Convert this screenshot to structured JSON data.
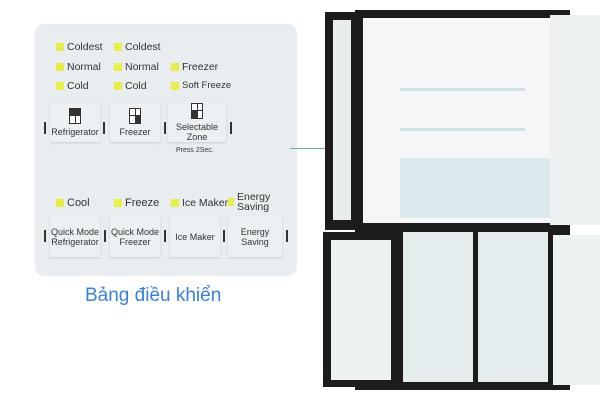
{
  "panel": {
    "refrigerator_leds": [
      "Coldest",
      "Normal",
      "Cold"
    ],
    "freezer_leds": [
      "Coldest",
      "Normal",
      "Cold"
    ],
    "zone_leds": [
      "Freezer",
      "Soft Freeze"
    ],
    "buttons_top": [
      "Refrigerator",
      "Freezer",
      "Selectable Zone"
    ],
    "zone_note": "Press 2Sec.",
    "bottom_leds": [
      "Cool",
      "Freeze",
      "Ice Maker",
      "Energy Saving"
    ],
    "buttons_bottom": [
      "Quick Mode Refrigerator",
      "Quick Mode Freezer",
      "Ice Maker",
      "Energy Saving"
    ],
    "led_color": "#e6ee4a"
  },
  "caption": "Bảng điều khiển",
  "caption_color": "#3a7fd8"
}
